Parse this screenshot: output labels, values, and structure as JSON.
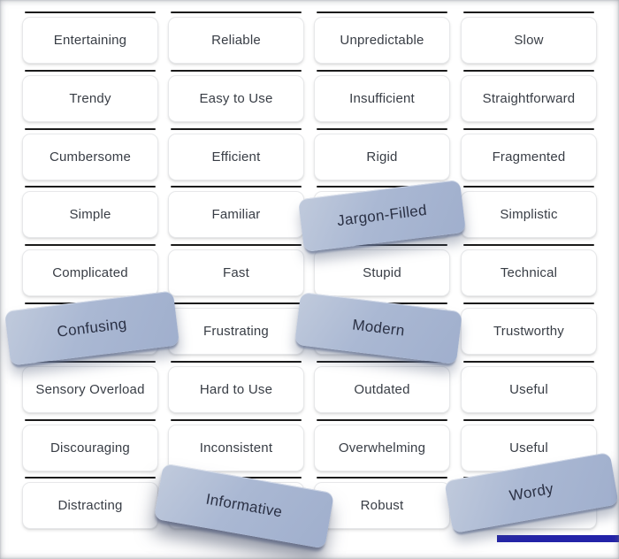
{
  "app": {
    "description_label": "reaction word card grid"
  },
  "word_grid": {
    "columns": 4,
    "rows": 9,
    "cells": [
      [
        "Entertaining",
        "Reliable",
        "Unpredictable",
        "Slow"
      ],
      [
        "Trendy",
        "Easy to Use",
        "Insufficient",
        "Straightforward"
      ],
      [
        "Cumbersome",
        "Efficient",
        "Rigid",
        "Fragmented"
      ],
      [
        "Simple",
        "Familiar",
        "",
        "Simplistic"
      ],
      [
        "Complicated",
        "Fast",
        "Stupid",
        "Technical"
      ],
      [
        "",
        "Frustrating",
        "",
        "Trustworthy"
      ],
      [
        "Sensory Overload",
        "Hard to Use",
        "Outdated",
        "Useful"
      ],
      [
        "Discouraging",
        "Inconsistent",
        "Overwhelming",
        "Useful"
      ],
      [
        "Distracting",
        "",
        "Robust",
        ""
      ]
    ]
  },
  "selected_words": [
    {
      "label": "Jargon-Filled"
    },
    {
      "label": "Confusing"
    },
    {
      "label": "Modern"
    },
    {
      "label": "Informative"
    },
    {
      "label": "Wordy"
    }
  ],
  "colors": {
    "page_background": "#ffffff",
    "card_background": "#ffffff",
    "card_border": "#e7e8ea",
    "card_text": "#383d45",
    "stack_line": "#1a1a1a",
    "selected_card_top": "#c0cadc",
    "selected_card_bottom": "#a0afcd",
    "selected_card_text": "#2a3044",
    "navy_shadow_bar": "#2323a8"
  }
}
